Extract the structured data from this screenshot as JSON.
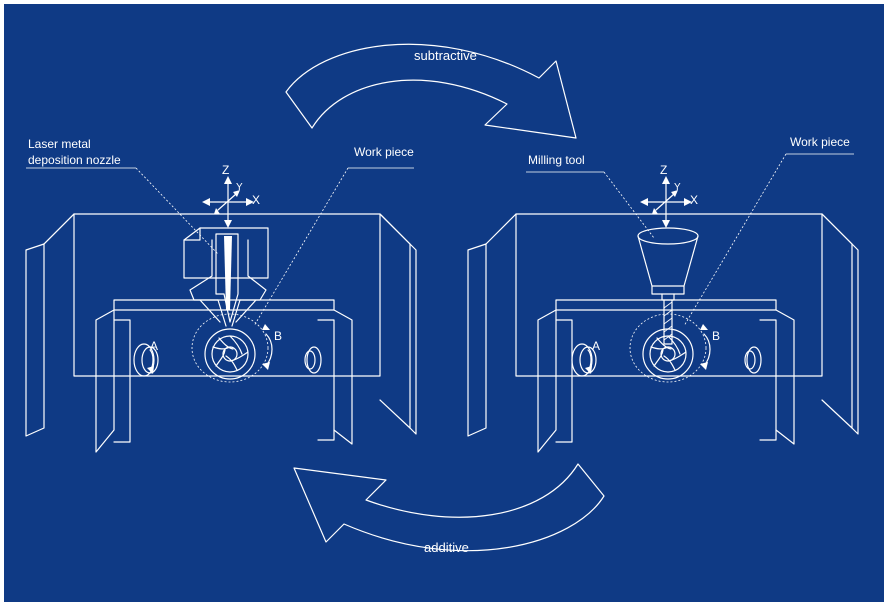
{
  "arrows": {
    "top_label": "subtractive",
    "bottom_label": "additive"
  },
  "left_machine": {
    "nozzle_label_line1": "Laser metal",
    "nozzle_label_line2": "deposition nozzle",
    "workpiece_label": "Work piece",
    "axis_z": "Z",
    "axis_y": "Y",
    "axis_x": "X",
    "axis_a": "A",
    "axis_b": "B"
  },
  "right_machine": {
    "tool_label": "Milling tool",
    "workpiece_label": "Work piece",
    "axis_z": "Z",
    "axis_y": "Y",
    "axis_x": "X",
    "axis_a": "A",
    "axis_b": "B"
  },
  "colors": {
    "background": "#0f3a85",
    "line": "#ffffff"
  }
}
